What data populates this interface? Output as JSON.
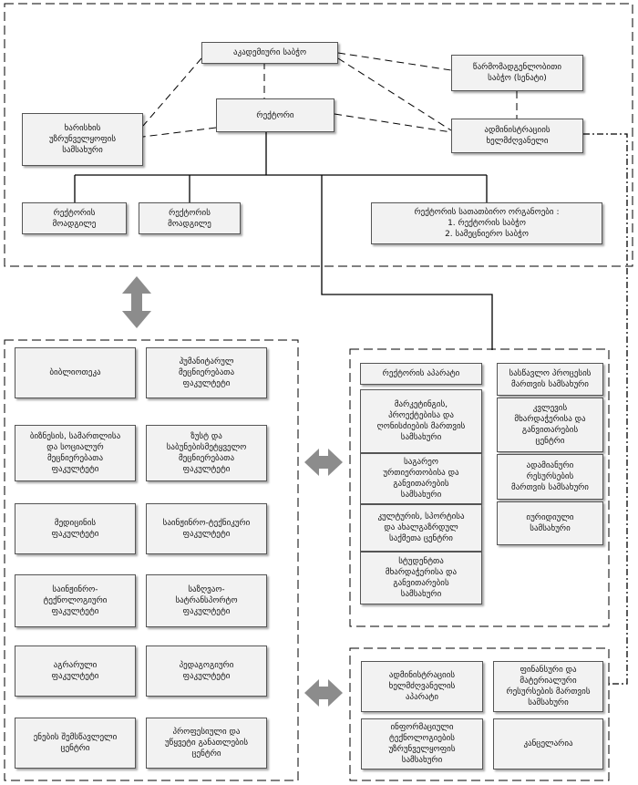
{
  "colors": {
    "box_fill": "#f2f2f2",
    "line": "#000000",
    "arrow": "#8c8c8c"
  },
  "top": {
    "academic_council": "აკადემიური საბჭო",
    "representative_council": "წარმომადგენლობითი\nსაბჭო (სენატი)",
    "quality_assurance": "ხარისხის\nუზრუნველყოფის\nსამსახური",
    "rector": "რექტორი",
    "administrative_head": "ადმინისტრაციის\nხელმძღვანელი",
    "vice_rector_1": "რექტორის\nმოადგილე",
    "vice_rector_2": "რექტორის\nმოადგილე",
    "advisory_bodies": "რექტორის სათათბირო ორგანოები :\n1. რექტორის საბჭო\n2. სამეცნიერო საბჭო"
  },
  "faculties": [
    "ბიბლიოთეკა",
    "ჰუმანიტარულ\nმეცნიერებათა\nფაკულტეტი",
    "ბიზნესის, სამართლისა\nდა სოციალურ\nმეცნიერებათა\nფაკულტეტი",
    "ზუსტ და\nსაბუნებისმეტყველო\nმეცნიერებათა\nფაკულტეტი",
    "მედიცინის\nფაკულტეტი",
    "საინჟინრო-ტექნიკური\nფაკულტეტი",
    "საინჟინრო-\nტექნოლოგიური\nფაკულტეტი",
    "საზღვაო-\nსატრანსპორტო\nფაკულტეტი",
    "აგრარული\nფაკულტეტი",
    "პედაგოგიური\nფაკულტეტი",
    "ენების შემსწავლელი\nცენტრი",
    "პროფესიული და\nუწყვეტი განათლების\nცენტრი"
  ],
  "rector_apparatus": {
    "title": "რექტორის აპარატი",
    "left_items": [
      "მარკეტინგის,\nპროექტებისა და\nღონისძიების მართვის\nსამსახური",
      "საგარეო\nურთიერთობისა და\nგანვითარების\nსამსახური",
      "კულტურის, სპორტისა\nდა ახალგაზრდულ\nსაქმეთა ცენტრი",
      "სტუდენტთა\nმხარდაჭერისა და\nგანვითარების\nსამსახური"
    ],
    "right_items": [
      "სასწავლო პროცესის\nმართვის სამსახური",
      "კვლევის\nმხარდაჭერისა და\nგანვითარების\nცენტრი",
      "ადამიანური\nრესურსების\nმართვის სამსახური",
      "იურიდიული\nსამსახური"
    ]
  },
  "admin_apparatus": {
    "items": [
      "ადმინისტრაციის\nხელმძღვანელის\nაპარატი",
      "ფინანსური და\nმატერიალური\nრესურსების მართვის\nსამსახური",
      "ინფორმაციული\nტექნოლოგიების\nუზრუნველყოფის\nსამსახური",
      "კანცელარია"
    ]
  }
}
